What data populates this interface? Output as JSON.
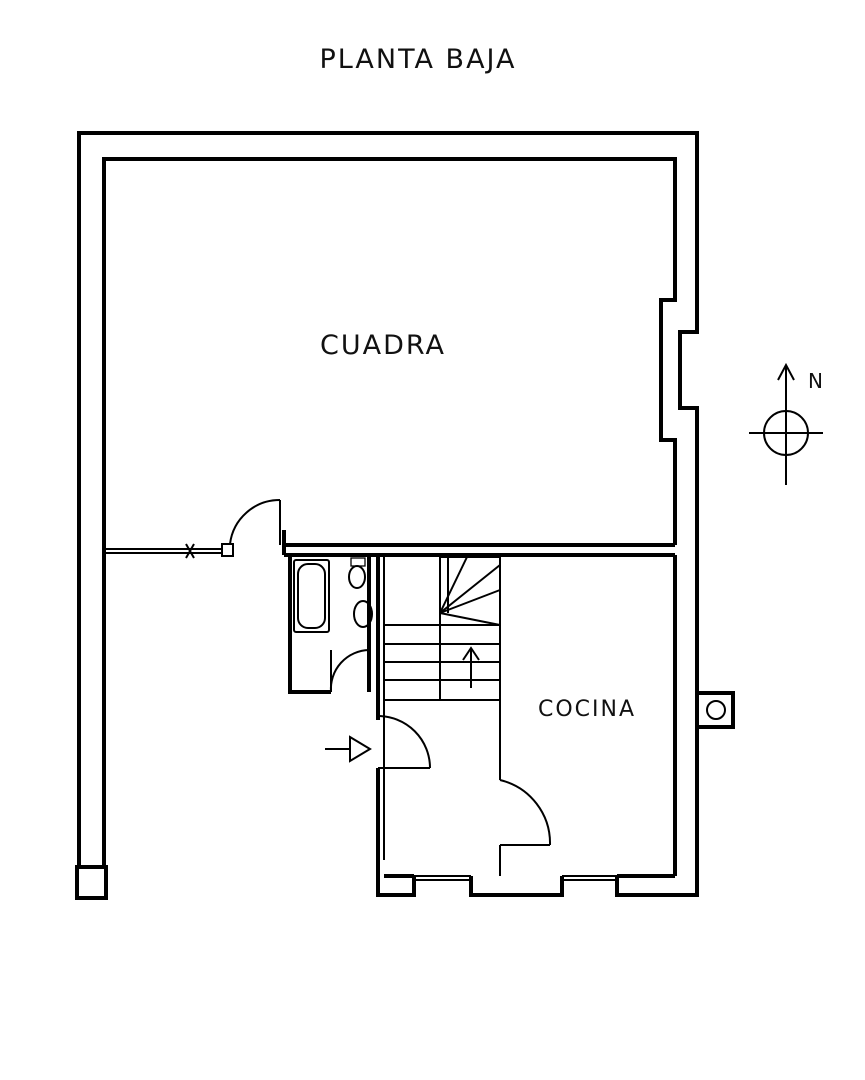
{
  "title": "PLANTA BAJA",
  "rooms": {
    "stable": "CUADRA",
    "kitchen": "COCINA"
  },
  "compass": {
    "label": "N"
  },
  "colors": {
    "background": "#ffffff",
    "line": "#000000"
  }
}
